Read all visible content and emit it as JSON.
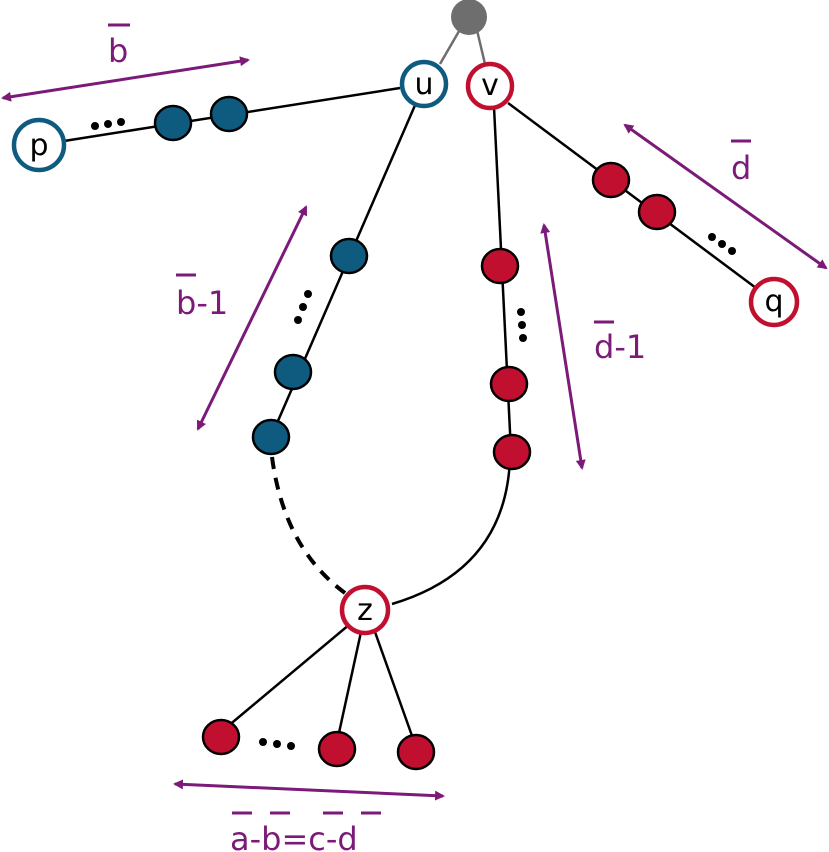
{
  "colors": {
    "blue": "#0f5b80",
    "red": "#c10f2f",
    "purple": "#7b1a78",
    "gray": "#6e6e6e",
    "edge": "#000000"
  },
  "nodes": {
    "u": "u",
    "v": "v",
    "p": "p",
    "q": "q",
    "z": "z"
  },
  "labels": {
    "b": "b",
    "b_minus_1": "b-1",
    "d": "d",
    "d_minus_1": "d-1",
    "bottom_a": "a",
    "bottom_minus": "-",
    "bottom_b": "b",
    "bottom_eq": "=",
    "bottom_c": "c",
    "bottom_minus2": "-",
    "bottom_d": "d"
  },
  "ellipsis": "..."
}
